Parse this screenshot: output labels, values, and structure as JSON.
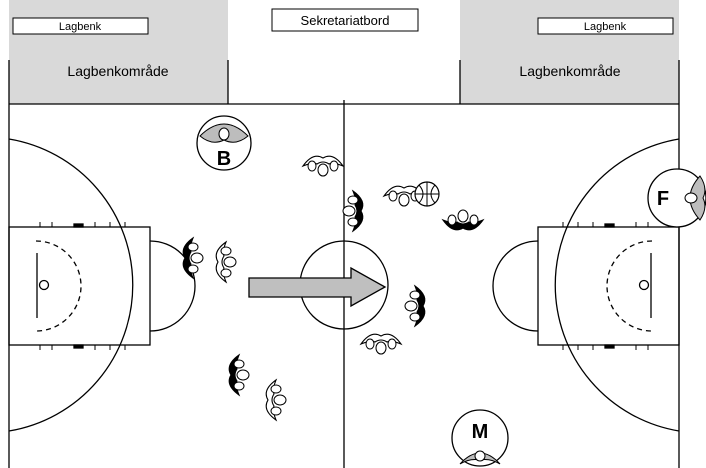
{
  "labels": {
    "table": "Sekretariatbord",
    "bench_left": "Lagbenk",
    "bench_right": "Lagbenk",
    "bench_area_left": "Lagbenkområde",
    "bench_area_right": "Lagbenkområde"
  },
  "officials": [
    {
      "letter": "B",
      "role": "official-b"
    },
    {
      "letter": "F",
      "role": "official-f"
    },
    {
      "letter": "M",
      "role": "official-m"
    }
  ],
  "colors": {
    "bench_area": "#d9d9d9",
    "arrow_fill": "#bfbfbf",
    "line": "#000000",
    "official_fill": "#bdbdbd",
    "team_dark": "#000000"
  }
}
